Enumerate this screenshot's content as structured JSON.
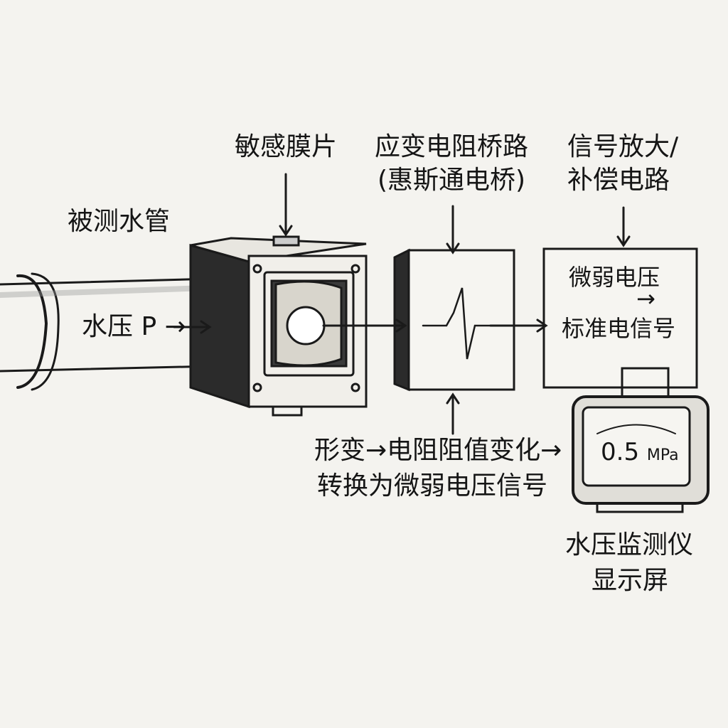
{
  "labels": {
    "diaphragm": "敏感膜片",
    "bridge_line1": "应变电阻桥路",
    "bridge_line2": "(惠斯通电桥)",
    "amp_line1": "信号放大/",
    "amp_line2": "补偿电路",
    "pipe": "被测水管",
    "pressure": "水压 P →",
    "amp_box_line1": "微弱电压",
    "amp_box_arrow": "→",
    "amp_box_line2": "标准电信号",
    "process_line1": "形变→电阻阻值变化→",
    "process_line2": "转换为微弱电压信号",
    "monitor_line1": "水压监测仪",
    "monitor_line2": "显示屏"
  },
  "gauge": {
    "value": "0.5",
    "unit": "MPa"
  },
  "colors": {
    "paper": "#f4f3ef",
    "ink": "#1a1a1a"
  }
}
